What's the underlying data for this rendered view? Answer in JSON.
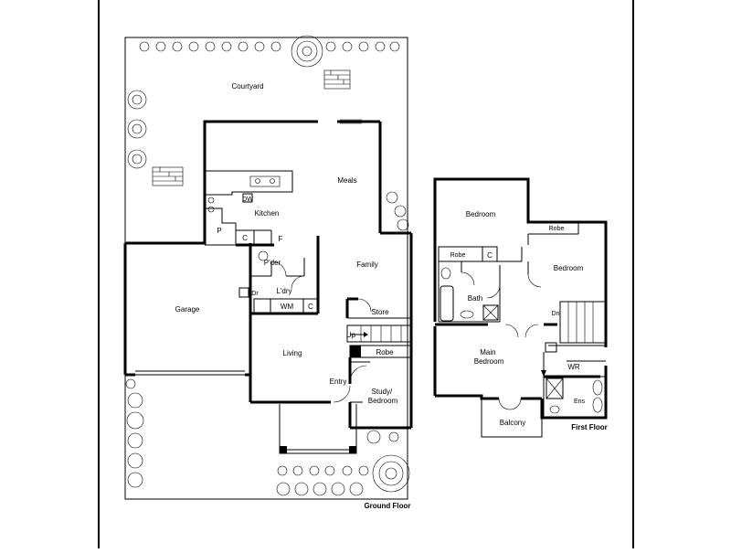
{
  "plan": {
    "ground_floor_label": "Ground Floor",
    "first_floor_label": "First Floor",
    "ground_rooms": {
      "courtyard": "Courtyard",
      "meals": "Meals",
      "kitchen": "Kitchen",
      "dw": "DW",
      "pantry": "P",
      "cupboard_k": "C",
      "fridge": "F",
      "powder": "P'der",
      "family": "Family",
      "dryer": "Dr",
      "laundry": "L'dry",
      "wm": "WM",
      "cupboard_l": "C",
      "garage": "Garage",
      "store": "Store",
      "up": "Up",
      "robe": "Robe",
      "living": "Living",
      "entry": "Entry",
      "study": "Study/\nBedroom"
    },
    "first_rooms": {
      "bedroom1": "Bedroom",
      "robe_top": "Robe",
      "robe_left": "Robe",
      "cupboard": "C",
      "bedroom2": "Bedroom",
      "bath": "Bath",
      "dn": "Dn",
      "main_bedroom": "Main\nBedroom",
      "wr": "WR",
      "ens": "Ens",
      "balcony": "Balcony"
    }
  }
}
